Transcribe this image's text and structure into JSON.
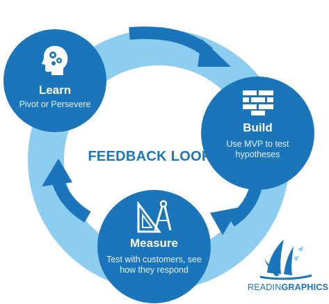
{
  "diagram": {
    "label": "FEEDBACK LOOP",
    "colors": {
      "node": "#1b75bb",
      "ring": "#8ccdf0",
      "arrow": "#1b75bb"
    },
    "nodes": [
      {
        "title": "Learn",
        "subtitle": "Pivot or Persevere",
        "icon": "head-gears-icon"
      },
      {
        "title": "Build",
        "subtitle": "Use MVP to test hypotheses",
        "icon": "bricks-icon"
      },
      {
        "title": "Measure",
        "subtitle": "Test with customers, see how they respond",
        "icon": "ruler-compass-icon"
      }
    ],
    "arrows": [
      "learn-to-build",
      "build-to-measure",
      "measure-to-learn"
    ]
  },
  "brand": {
    "part1": "READIN",
    "part2": "GRAPHICS",
    "icon": "sailboat-logo-icon"
  }
}
